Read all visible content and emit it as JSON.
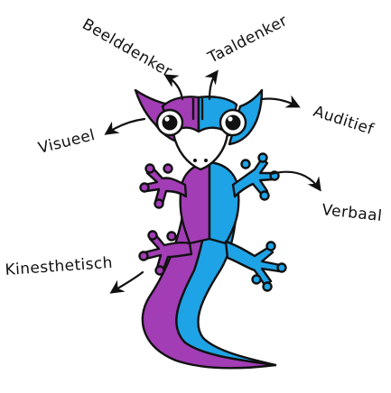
{
  "labels": {
    "beelddenker": "Beelddenker",
    "taaldenker": "Taaldenker",
    "auditief": "Auditief",
    "visueel": "Visueel",
    "verbaal": "Verbaal",
    "kinesthetisch": "Kinesthetisch"
  },
  "colors": {
    "left_half": "#a23db5",
    "right_half": "#1ea3e6",
    "outline": "#111111",
    "background": "#ffffff"
  },
  "illustration": {
    "subject": "two-colored gecko",
    "icon": "gecko-icon"
  }
}
